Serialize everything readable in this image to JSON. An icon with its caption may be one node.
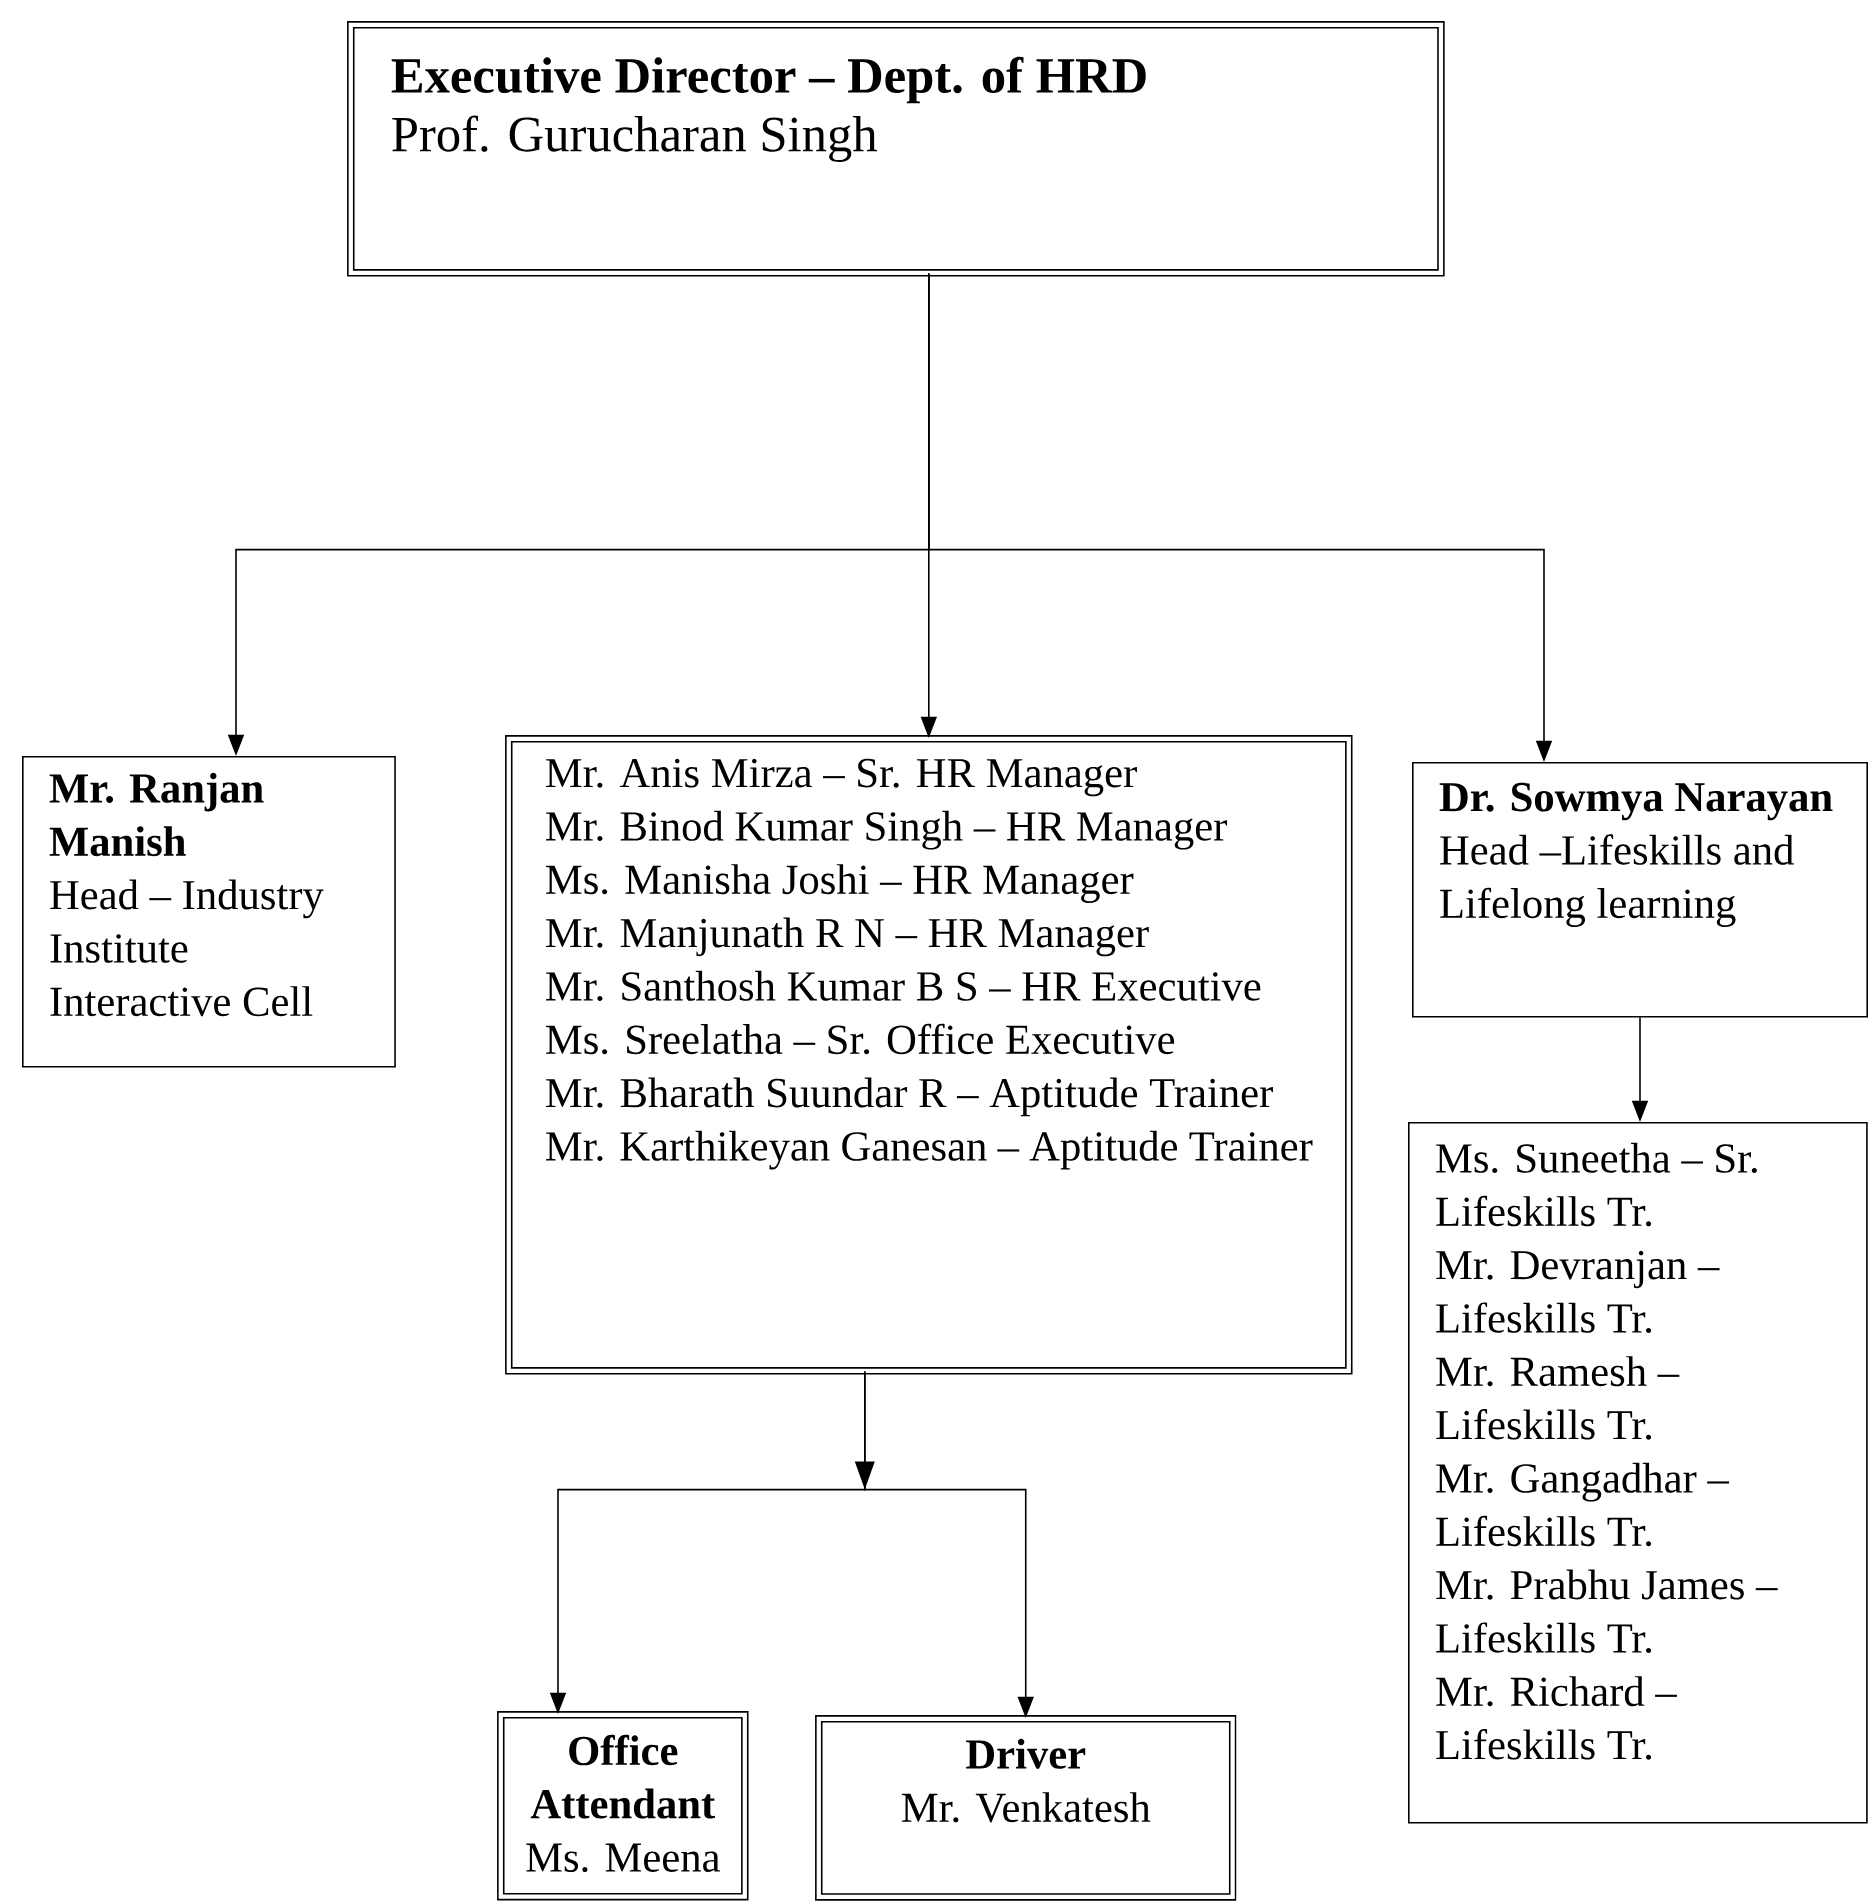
{
  "diagram": {
    "nodes": [
      {
        "text": [
          "Executive Director – Dept. of HRD",
          "Prof. Gurucharan Singh"
        ]
      },
      {
        "text": [
          "Mr. Ranjan Manish",
          "Head – Industry Institute Interactive Cell"
        ]
      },
      {
        "text": [
          "Mr. Anis Mirza – Sr. HR Manager",
          "Mr. Binod Kumar Singh – HR Manager",
          "Ms. Manisha Joshi – HR Manager",
          "Mr. Manjunath R N – HR Manager",
          "Mr. Santhosh Kumar B S – HR Executive",
          "Ms. Sreelatha – Sr. Office Executive",
          "Mr. Bharath Suundar R – Aptitude Trainer",
          "Mr. Karthikeyan Ganesan – Aptitude Trainer"
        ]
      },
      {
        "text": [
          "Dr. Sowmya Narayan",
          "Head –Lifeskills and Lifelong learning"
        ]
      },
      {
        "text": [
          "Ms. Suneetha – Sr. Lifeskills Tr.",
          "Mr. Devranjan – Lifeskills Tr.",
          "Mr. Ramesh – Lifeskills Tr.",
          "Mr. Gangadhar – Lifeskills Tr.",
          "Mr. Prabhu James – Lifeskills Tr.",
          "Mr. Richard – Lifeskills Tr."
        ]
      },
      {
        "text": [
          "Office Attendant",
          "Ms. Meena"
        ]
      },
      {
        "text": [
          "Driver",
          "Mr. Venkatesh"
        ]
      }
    ],
    "edges": [
      {
        "from": 0,
        "to": 1,
        "arrow": "to"
      },
      {
        "from": 0,
        "to": 2,
        "arrow": "to"
      },
      {
        "from": 0,
        "to": 3,
        "arrow": "to"
      },
      {
        "from": 2,
        "to": 5,
        "arrow": "to"
      },
      {
        "from": 2,
        "to": 6,
        "arrow": "to"
      },
      {
        "from": 3,
        "to": 4,
        "arrow": "to"
      }
    ]
  }
}
